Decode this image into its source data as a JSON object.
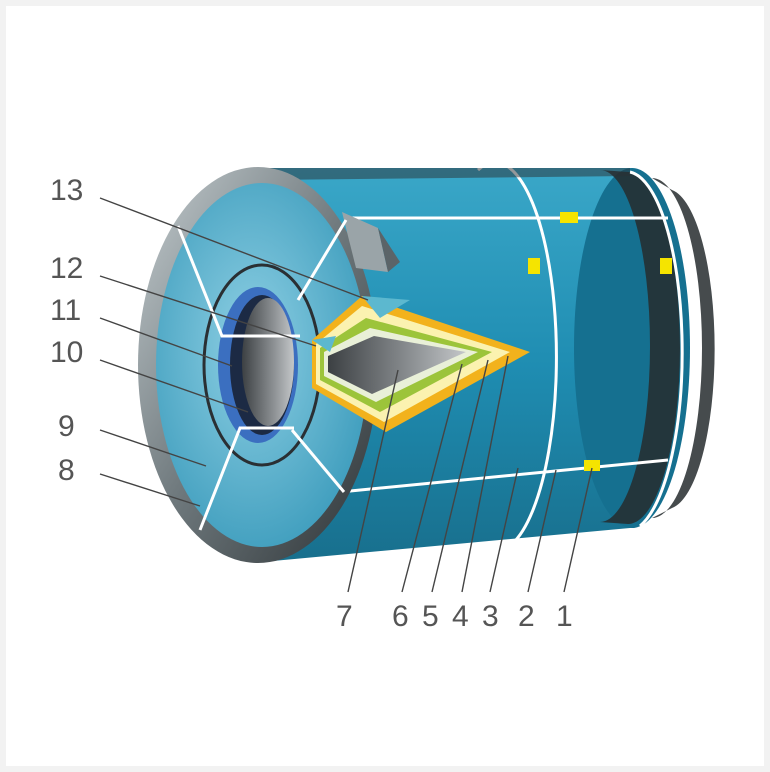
{
  "diagram": {
    "colors": {
      "background": "#ffffff",
      "steel_outer": "#2a2f33",
      "steel_light": "#9aa4a8",
      "coating_blue": "#1e8fb3",
      "coating_light": "#7ec7de",
      "primer_yellow": "#f2b21c",
      "layer_cream": "#fbf2b0",
      "layer_green": "#9cc43a",
      "core_grey": "#8b8f92",
      "marker_yellow": "#f5e400",
      "inner_blue": "#3b6fc0"
    },
    "labels": {
      "l1": "1",
      "l2": "2",
      "l3": "3",
      "l4": "4",
      "l5": "5",
      "l6": "6",
      "l7": "7",
      "l8": "8",
      "l9": "9",
      "l10": "10",
      "l11": "11",
      "l12": "12",
      "l13": "13"
    }
  }
}
